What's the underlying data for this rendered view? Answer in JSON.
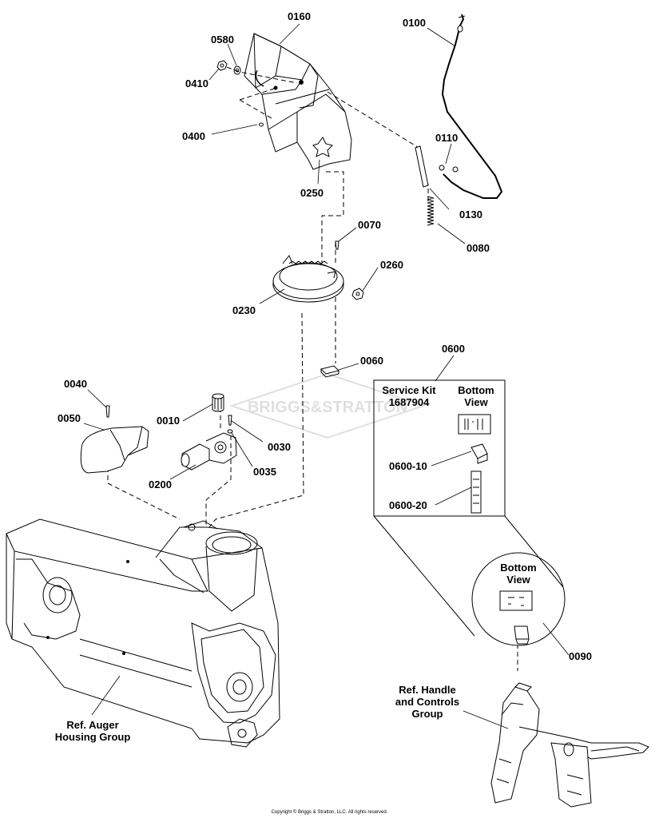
{
  "parts": {
    "p0100": "0100",
    "p0160": "0160",
    "p0580": "0580",
    "p0410": "0410",
    "p0400": "0400",
    "p0110": "0110",
    "p0250": "0250",
    "p0130": "0130",
    "p0080": "0080",
    "p0070": "0070",
    "p0260": "0260",
    "p0230": "0230",
    "p0060": "0060",
    "p0600": "0600",
    "p0040": "0040",
    "p0050": "0050",
    "p0010": "0010",
    "p0030": "0030",
    "p0200": "0200",
    "p0035": "0035",
    "p0600_10": "0600-10",
    "p0600_20": "0600-20",
    "p0090": "0090"
  },
  "service_kit": {
    "title": "Service Kit",
    "number": "1687904",
    "bottom": "Bottom",
    "view": "View"
  },
  "circle_callout": {
    "bottom": "Bottom",
    "view": "View"
  },
  "refs": {
    "auger_line1": "Ref. Auger",
    "auger_line2": "Housing Group",
    "handle_line1": "Ref. Handle",
    "handle_line2": "and Controls",
    "handle_line3": "Group"
  },
  "watermark": "BRIGGS&STRATTON",
  "copyright": "Copyright © Briggs & Stratton, LLC. All rights reserved."
}
